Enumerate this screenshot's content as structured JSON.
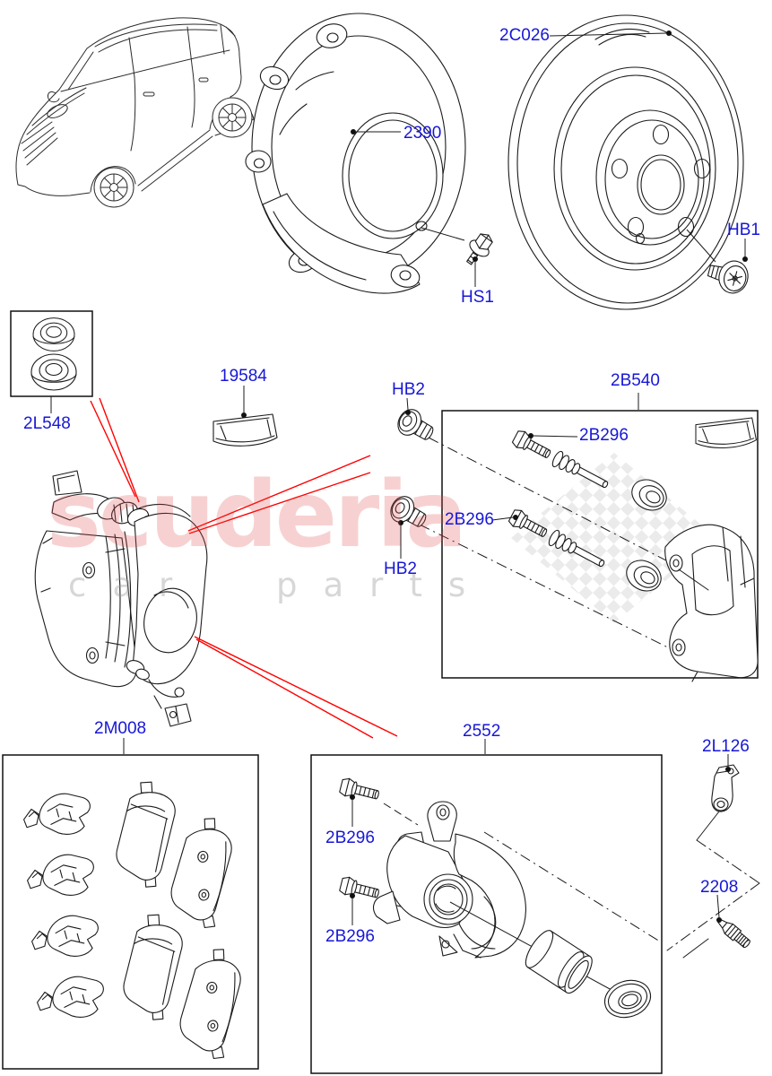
{
  "watermark": {
    "brand": "scuderia",
    "tagline": "car parts",
    "brand_color": "#de4646",
    "tagline_color": "#969696"
  },
  "labels": {
    "disc": "2C026",
    "shield": "2390",
    "disc_screw": "HS1",
    "hub_bolt": "HB1",
    "grommet_kit": "2L548",
    "grease_sachet": "19584",
    "hb2_upper": "HB2",
    "hb2_lower": "HB2",
    "carrier_kit": "2B540",
    "carrier_pin_upper": "2B296",
    "carrier_pin_lower": "2B296",
    "pad_kit": "2M008",
    "caliper_kit": "2552",
    "caliper_bolt_upper": "2B296",
    "caliper_bolt_lower": "2B296",
    "hose_bracket": "2L126",
    "bleed_screw": "2208"
  },
  "colors": {
    "label_blue": "#1717d6",
    "callout_red": "#ff0000",
    "line_art": "#1b1b1b",
    "background": "#ffffff"
  }
}
